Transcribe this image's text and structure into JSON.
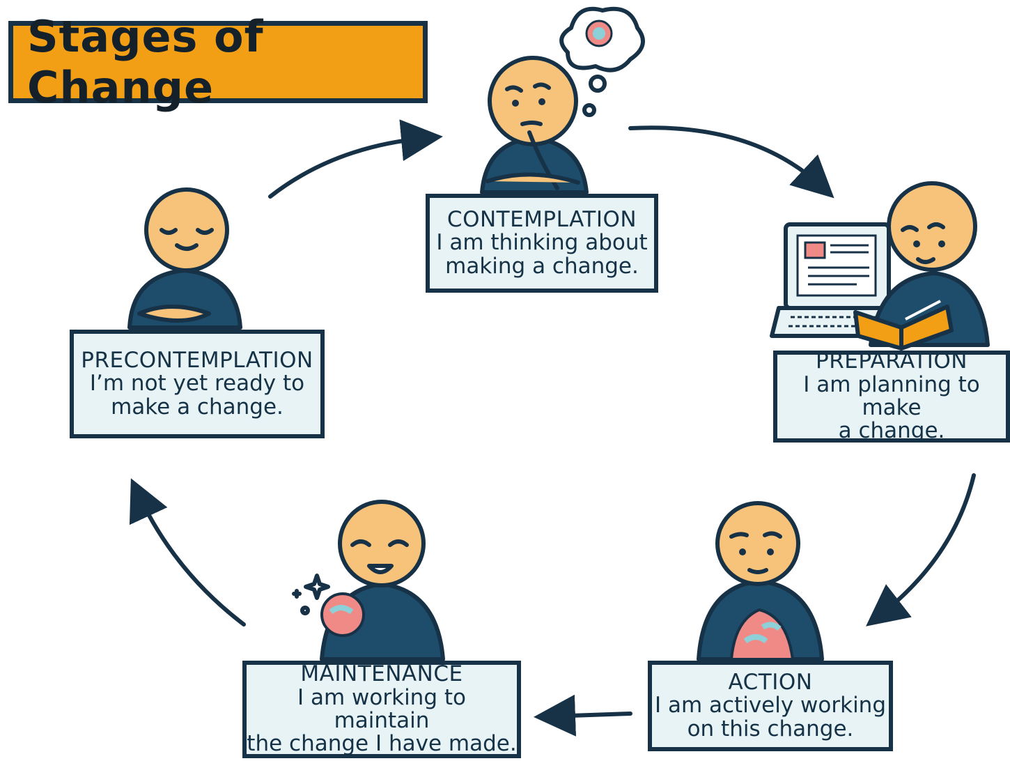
{
  "title": "Stages of Change",
  "stages": [
    {
      "id": "precontemplation",
      "name": "PRECONTEMPLATION",
      "desc1": "I’m not yet ready to",
      "desc2": "make a change."
    },
    {
      "id": "contemplation",
      "name": "CONTEMPLATION",
      "desc1": "I am thinking about",
      "desc2": "making a change."
    },
    {
      "id": "preparation",
      "name": "PREPARATION",
      "desc1": "I am planning to make",
      "desc2": "a change."
    },
    {
      "id": "action",
      "name": "ACTION",
      "desc1": "I am actively working",
      "desc2": "on this change."
    },
    {
      "id": "maintenance",
      "name": "MAINTENANCE",
      "desc1": "I am working to maintain",
      "desc2": "the change I have made."
    }
  ],
  "colors": {
    "title_bg": "#f29f16",
    "outline": "#173247",
    "box_bg": "#e7f3f5",
    "skin": "#f7c37a",
    "shirt": "#1d4d6b",
    "book": "#f29f16"
  },
  "icons": [
    "thought-bubble-icon",
    "laptop-icon",
    "book-icon",
    "sparkle-icon"
  ]
}
